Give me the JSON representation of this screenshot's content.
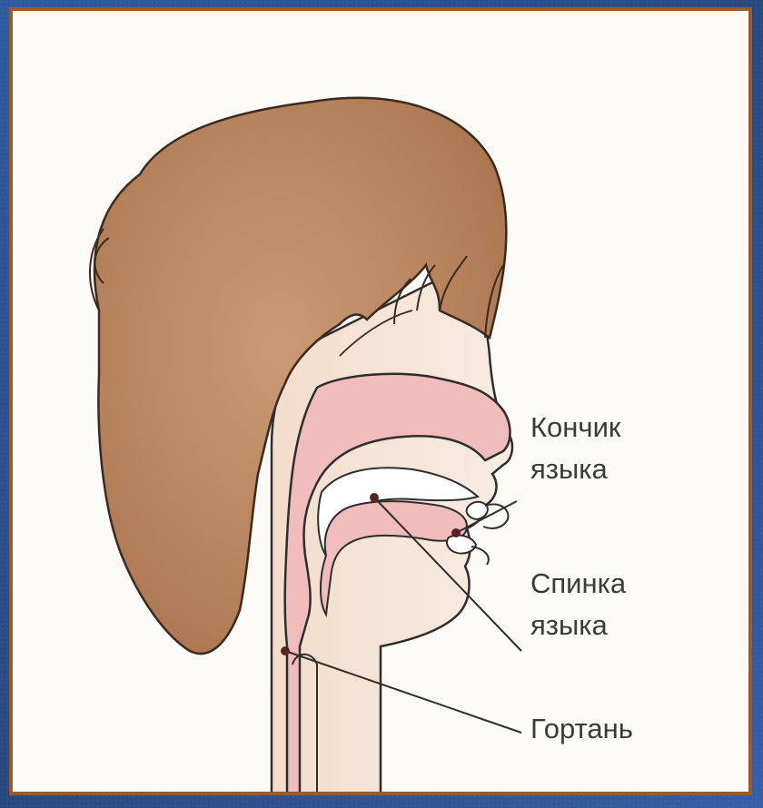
{
  "labels": {
    "tongue_tip_line1": "Кончик",
    "tongue_tip_line2": "языка",
    "tongue_back_line1": "Спинка",
    "tongue_back_line2": "языка",
    "larynx": "Гортань"
  },
  "colors": {
    "hair": "#b5815a",
    "skin": "#f6e6d8",
    "mucosa": "#f1bcbc",
    "outline": "#2e2e2e",
    "frame_border": "#9a5a2a",
    "background_blue": "#2d4f8c"
  },
  "icons": [
    "pointer-dot"
  ]
}
